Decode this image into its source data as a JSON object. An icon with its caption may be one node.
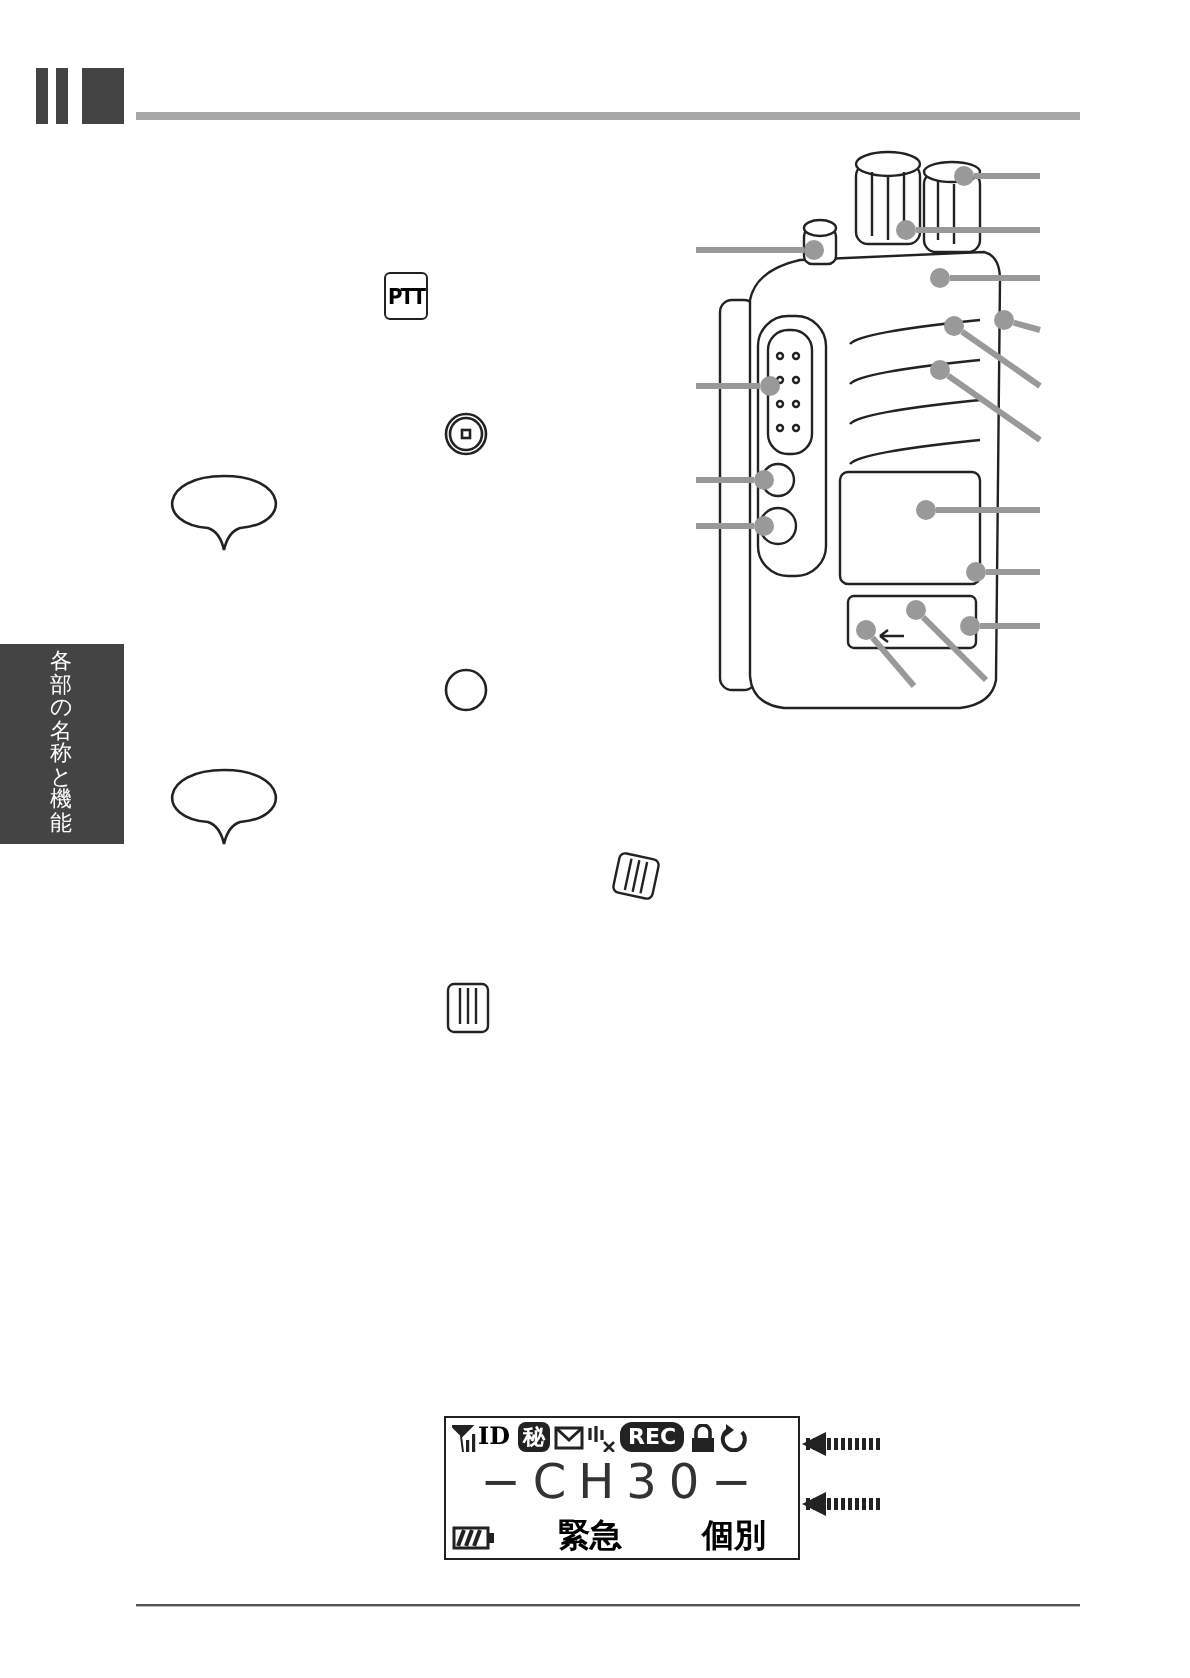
{
  "diagram": {
    "nodes": [
      {
        "text": [],
        "shape": "circle"
      },
      {
        "text": [],
        "shape": "circle"
      },
      {
        "text": [],
        "shape": "circle"
      },
      {
        "text": [],
        "shape": "circle"
      },
      {
        "text": [],
        "shape": "circle"
      },
      {
        "text": [],
        "shape": "circle"
      },
      {
        "text": [],
        "shape": "circle"
      },
      {
        "text": [],
        "shape": "circle"
      },
      {
        "text": [],
        "shape": "circle"
      },
      {
        "text": [],
        "shape": "circle"
      },
      {
        "text": [],
        "shape": "circle"
      },
      {
        "text": [],
        "shape": "circle"
      },
      {
        "text": [],
        "shape": "circle"
      },
      {
        "text": [],
        "shape": "circle"
      },
      {
        "text": [],
        "shape": "circle"
      },
      {
        "text": [
          "ID",
          "秘",
          "REC",
          "−CH30−",
          "緊急",
          "個別"
        ]
      }
    ],
    "edges": [
      {
        "from": null,
        "to": 0,
        "arrow": "none"
      },
      {
        "from": null,
        "to": 1,
        "arrow": "none"
      },
      {
        "from": null,
        "to": 2,
        "arrow": "none"
      },
      {
        "from": null,
        "to": 3,
        "arrow": "none"
      },
      {
        "from": null,
        "to": 4,
        "arrow": "none"
      },
      {
        "from": null,
        "to": 5,
        "arrow": "none"
      },
      {
        "from": null,
        "to": 6,
        "arrow": "none"
      },
      {
        "from": null,
        "to": 7,
        "arrow": "none"
      },
      {
        "from": null,
        "to": 8,
        "arrow": "none"
      },
      {
        "from": null,
        "to": 9,
        "arrow": "none"
      },
      {
        "from": null,
        "to": 10,
        "arrow": "none"
      },
      {
        "from": null,
        "to": 11,
        "arrow": "none"
      },
      {
        "from": null,
        "to": 12,
        "arrow": "none"
      },
      {
        "from": null,
        "to": 13,
        "arrow": "none"
      },
      {
        "from": null,
        "to": 14,
        "arrow": "none"
      },
      {
        "from": null,
        "to": 15,
        "arrow": "to",
        "style": "dashed",
        "color": "#222222"
      },
      {
        "from": null,
        "to": 15,
        "arrow": "to",
        "style": "dashed",
        "color": "#222222"
      }
    ],
    "labels": [
      "PTT",
      "各部の名称と機能"
    ]
  }
}
